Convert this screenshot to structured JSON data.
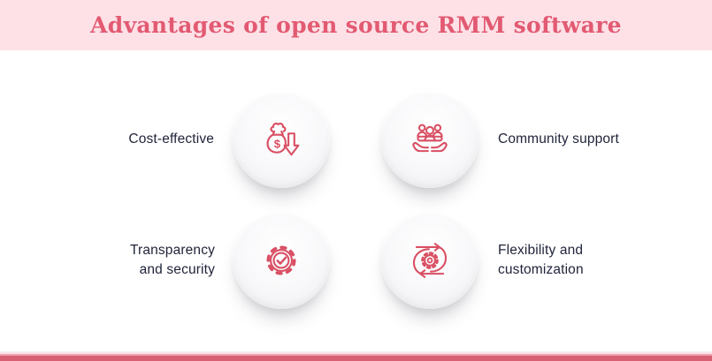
{
  "header": {
    "title": "Advantages of open source RMM software"
  },
  "cards": [
    {
      "label": "Cost-effective",
      "icon": "money-bag-discount-icon"
    },
    {
      "label": "Community support",
      "icon": "community-hands-icon"
    },
    {
      "label": "Transparency and security",
      "icon": "gear-checkmark-icon"
    },
    {
      "label": "Flexibility and customization",
      "icon": "cycle-gear-arrows-icon"
    }
  ],
  "icon_glyphs": {
    "dollar_sign": "$"
  },
  "colors": {
    "header_bg": "#FDE1E7",
    "title_text": "#E25A72",
    "icon_stroke": "#D94F63",
    "label_text": "#21253B",
    "circle_fill": "#FFFFFF",
    "footer_bar": "#D95F73",
    "footer_stripe_light": "#FAE3E8",
    "footer_stripe_mid": "#EFA3B3",
    "background": "#FFFFFF"
  }
}
